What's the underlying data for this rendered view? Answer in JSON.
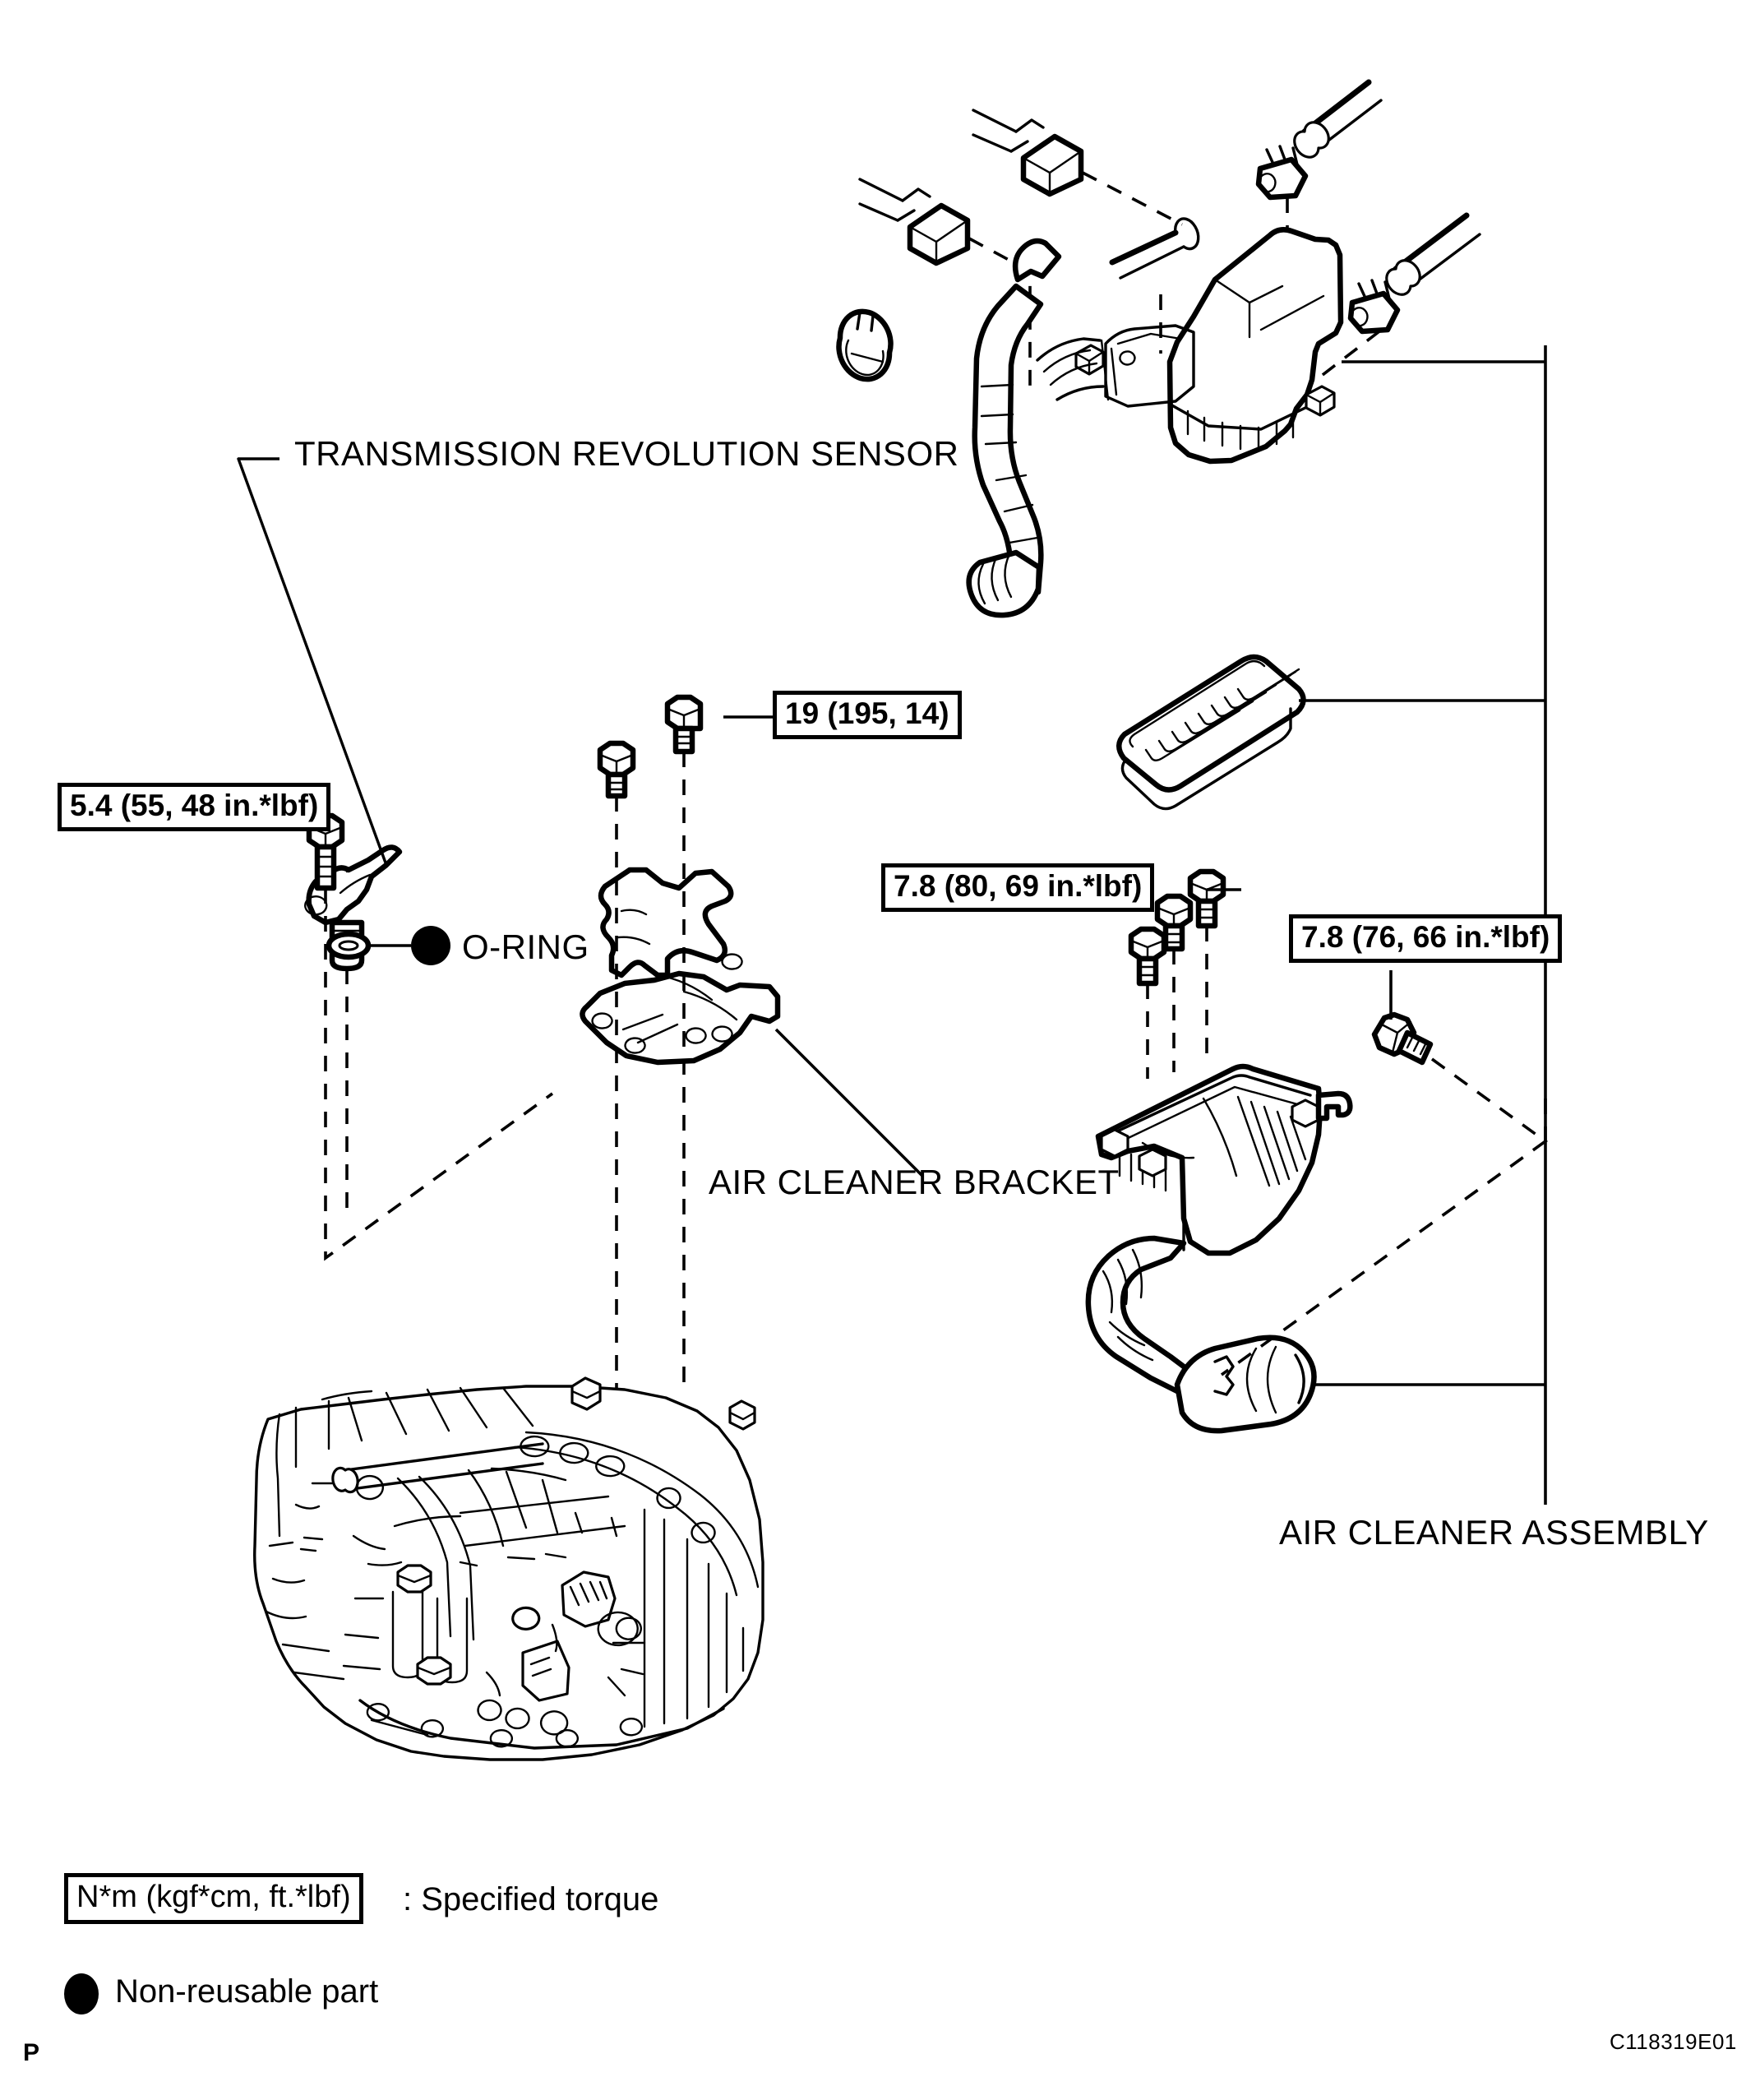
{
  "document": {
    "figure_code": "C118319E01",
    "page_mark": "P"
  },
  "part_labels": {
    "transmission_revolution_sensor": "TRANSMISSION REVOLUTION SENSOR",
    "o_ring": "O-RING",
    "air_cleaner_bracket": "AIR CLEANER BRACKET",
    "air_cleaner_assembly": "AIR CLEANER ASSEMBLY"
  },
  "torque_specs": [
    {
      "id": "sensor-bolt",
      "value": "5.4 (55, 48 in.*lbf)"
    },
    {
      "id": "bracket-bolt",
      "value": "19 (195, 14)"
    },
    {
      "id": "air-cleaner-case",
      "value": "7.8 (80, 69 in.*lbf)"
    },
    {
      "id": "air-cleaner-inlet",
      "value": "7.8 (76, 66 in.*lbf)"
    }
  ],
  "legend": {
    "torque_box": "N*m (kgf*cm, ft.*lbf)",
    "torque_text": ": Specified torque",
    "non_reusable": "Non-reusable part"
  },
  "colors": {
    "ink": "#000000",
    "paper": "#ffffff"
  }
}
